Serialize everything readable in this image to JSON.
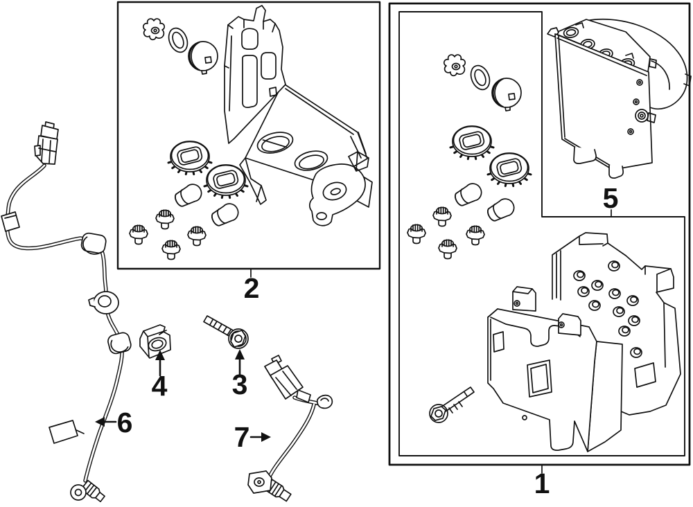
{
  "figure": {
    "type": "exploded-parts-diagram",
    "background": "#ffffff",
    "line_color": "#111111",
    "callouts": [
      {
        "label": "1"
      },
      {
        "label": "2"
      },
      {
        "label": "3"
      },
      {
        "label": "4"
      },
      {
        "label": "5"
      },
      {
        "label": "6"
      },
      {
        "label": "7"
      }
    ]
  }
}
